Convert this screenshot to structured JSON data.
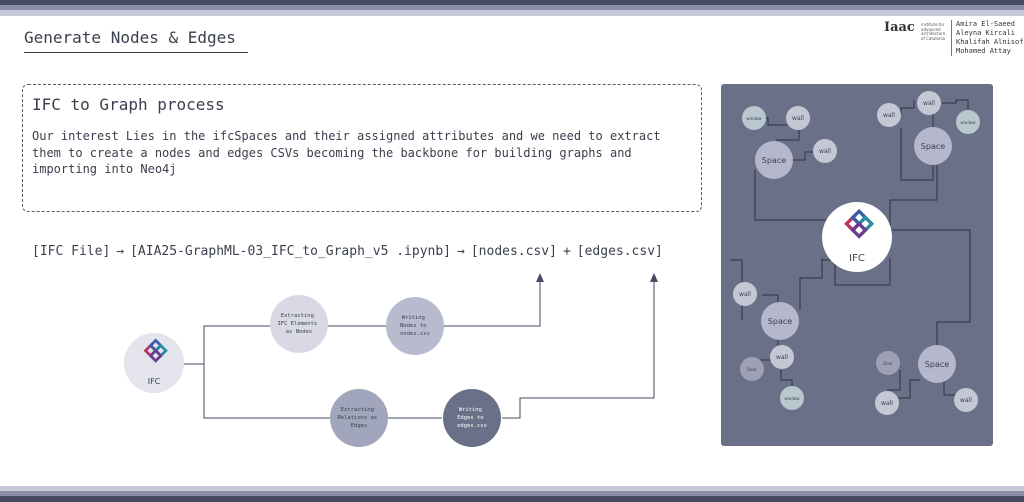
{
  "header": {
    "title": "Generate Nodes & Edges",
    "logo_text": "Iaac",
    "logo_sub": [
      "institute for",
      "advanced",
      "architecture",
      "of Catalonia"
    ],
    "authors": [
      "Amira El-Saeed",
      "Aleyna Kircali",
      "Khalifah Alnisof",
      "Mohamed Attay"
    ]
  },
  "process": {
    "title": "IFC to Graph process",
    "description": "Our interest Lies in the ifcSpaces and their assigned attributes and we need to extract them to create a nodes and edges CSVs becoming the backbone for building graphs and importing into Neo4j"
  },
  "pipeline": {
    "source": "[IFC File]",
    "arrow": "→",
    "notebook": "[AIA25-GraphML-03_IFC_to_Graph_v5 .ipynb]",
    "nodes_csv": "[nodes.csv]",
    "plus": "+",
    "edges_csv": "[edges.csv]"
  },
  "flow": {
    "ifc_label": "IFC",
    "step1": [
      "Extracting",
      "IFC Elements",
      "as Nodes"
    ],
    "step2": [
      "Writing",
      "Nodes to",
      "nodes.csv"
    ],
    "step3": [
      "Extracting",
      "Relations as",
      "Edges"
    ],
    "step4": [
      "Writing",
      "Edges to",
      "edges.csv"
    ]
  },
  "graph": {
    "center_label": "IFC",
    "space_label": "Space",
    "wall_label": "wall",
    "window_label": "window",
    "door_label": "Door"
  },
  "colors": {
    "dark": "#454b63",
    "panel": "#6a7087",
    "space_node": "#b5b8cc",
    "wall_node": "#c5c8d4",
    "window_node": "#b9c7cf",
    "ifc_red": "#b8335f",
    "ifc_blue": "#3a5da8",
    "ifc_teal": "#2a8c9e",
    "ifc_purple": "#6a3c8e"
  }
}
